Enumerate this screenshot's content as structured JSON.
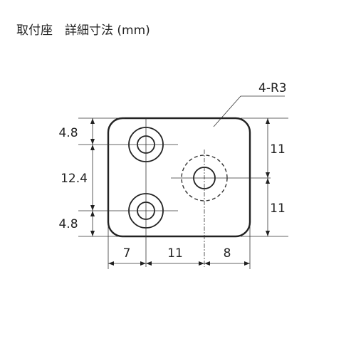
{
  "title": "取付座　詳細寸法 (mm)",
  "callout": "4-R3",
  "dimensions": {
    "left_top": "4.8",
    "left_mid": "12.4",
    "left_bottom": "4.8",
    "right_top": "11",
    "right_bottom": "11",
    "bottom_left": "7",
    "bottom_mid": "11",
    "bottom_right": "8"
  }
}
